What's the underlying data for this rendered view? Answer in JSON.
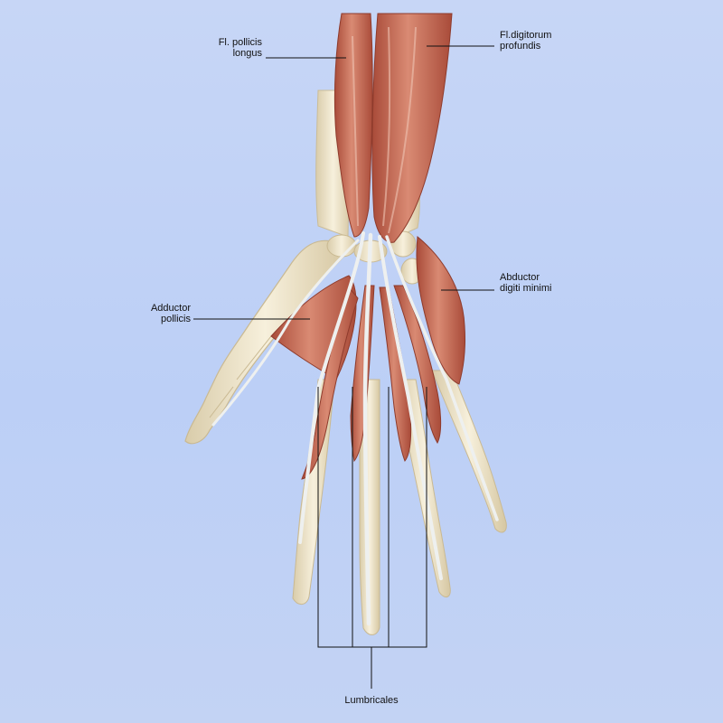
{
  "labels": {
    "fl_pollicis_longus": [
      "Fl. pollicis",
      "longus"
    ],
    "fl_digitorum_profundus": [
      "Fl.digitorum",
      "profundis"
    ],
    "abductor_digiti_minimi": [
      "Abductor",
      "digiti minimi"
    ],
    "adductor_pollicis": [
      "Adductor",
      "pollicis"
    ],
    "lumbricales": "Lumbricales"
  },
  "colors": {
    "background": "#c3d3f4",
    "muscle": "#c86c57",
    "muscle_dark": "#9c4433",
    "bone": "#f2e8cf",
    "tendon": "#e9ecec",
    "leader_line": "#111111"
  }
}
